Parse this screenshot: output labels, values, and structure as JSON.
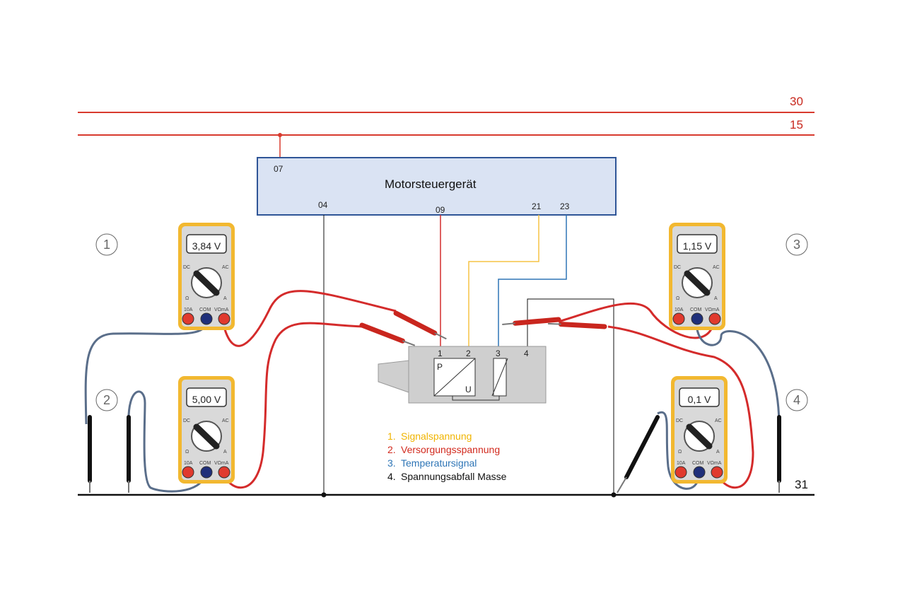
{
  "rails": {
    "terminal_30": "30",
    "terminal_15": "15",
    "terminal_31": "31"
  },
  "ecu": {
    "title": "Motorsteuergerät",
    "pins": {
      "p07": "07",
      "p04": "04",
      "p09": "09",
      "p21": "21",
      "p23": "23"
    }
  },
  "sensor": {
    "pins": [
      "1",
      "2",
      "3",
      "4"
    ],
    "symbol_p": "P",
    "symbol_u": "U"
  },
  "meters": [
    {
      "id": "1",
      "reading": "3,84 V"
    },
    {
      "id": "2",
      "reading": "5,00 V"
    },
    {
      "id": "3",
      "reading": "1,15 V"
    },
    {
      "id": "4",
      "reading": "0,1 V"
    }
  ],
  "meter_labels": {
    "dc": "DC",
    "ac": "AC",
    "ohm": "Ω",
    "amp": "A",
    "port_10a": "10A",
    "port_com": "COM",
    "port_vohm": "VΩmA"
  },
  "legend": [
    {
      "num": "1.",
      "text": "Signalspannung",
      "color": "#f0b400"
    },
    {
      "num": "2.",
      "text": "Versorgungsspannung",
      "color": "#d22a1e"
    },
    {
      "num": "3.",
      "text": "Temperatursignal",
      "color": "#2e75b6"
    },
    {
      "num": "4.",
      "text": "Spannungsabfall Masse",
      "color": "#111111"
    }
  ],
  "colors": {
    "rail_red": "#d83a2e",
    "ecu_fill": "#dae3f3",
    "ecu_stroke": "#2f5597",
    "meter_body": "#f2b830",
    "meter_face": "#d9d9d9",
    "signal_yellow": "#f5c445",
    "temp_blue": "#2e75b6",
    "lead_red": "#d42b2b"
  }
}
